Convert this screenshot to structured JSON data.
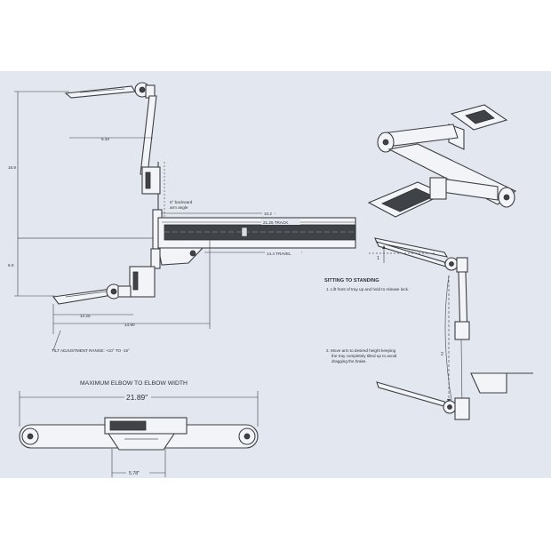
{
  "side_view": {
    "dim_upper_reach": "6.33",
    "dim_height_upper": "16.9",
    "dim_height_lower": "6.0",
    "backward_tilt_line1": "5° backward",
    "backward_tilt_line2": "arm angle",
    "dim_small": "10.2",
    "dim_track": "21.25 TRACK",
    "dim_travel": "14.4 TRAVEL",
    "dim_lower_reach": "12.25",
    "dim_total_reach": "14.90",
    "tilt_adjustment": "TILT ADJUSTMENT RANGE: +10° TO -15°"
  },
  "top_view": {
    "title": "MAXIMUM ELBOW TO ELBOW WIDTH",
    "width_dim": "21.89\"",
    "center_dim": "5.78\""
  },
  "instructions": {
    "heading": "SITTING TO STANDING",
    "step1": "1.  Lift front of tray up and hold to release lock.",
    "step2_lines": [
      "2.  Move arm to desired height keeping",
      "the tray completely tilted up to avoid",
      "dragging the brake."
    ],
    "marker1": "1",
    "marker2": "2"
  }
}
